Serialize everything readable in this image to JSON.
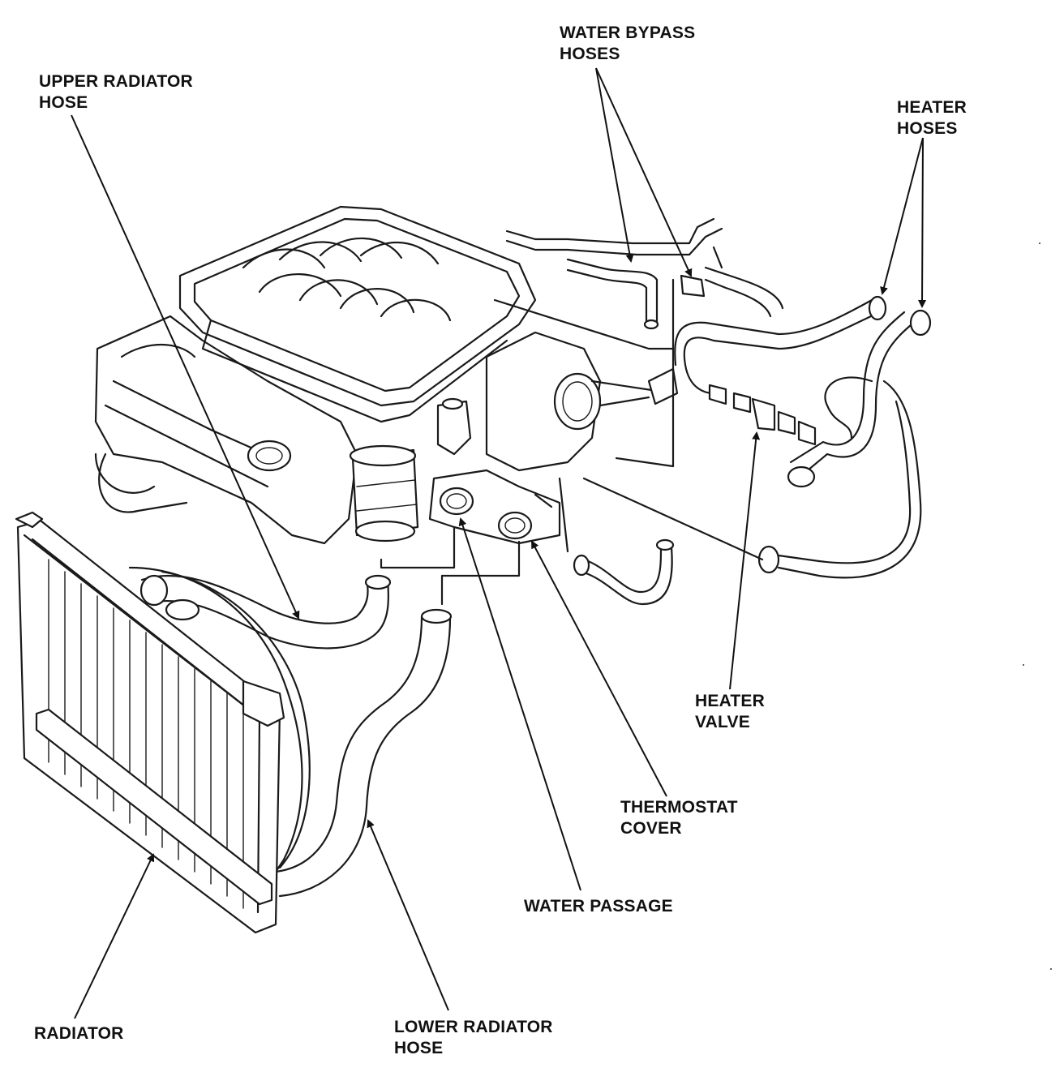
{
  "diagram": {
    "labels": {
      "water_bypass_hoses": [
        "WATER BYPASS",
        "HOSES"
      ],
      "upper_radiator_hose": [
        "UPPER RADIATOR",
        "HOSE"
      ],
      "heater_hoses": [
        "HEATER",
        "HOSES"
      ],
      "heater_valve": [
        "HEATER",
        "VALVE"
      ],
      "thermostat_cover": [
        "THERMOSTAT",
        "COVER"
      ],
      "water_passage": [
        "WATER PASSAGE"
      ],
      "radiator": [
        "RADIATOR"
      ],
      "lower_radiator_hose": [
        "LOWER RADIATOR",
        "HOSE"
      ]
    }
  }
}
